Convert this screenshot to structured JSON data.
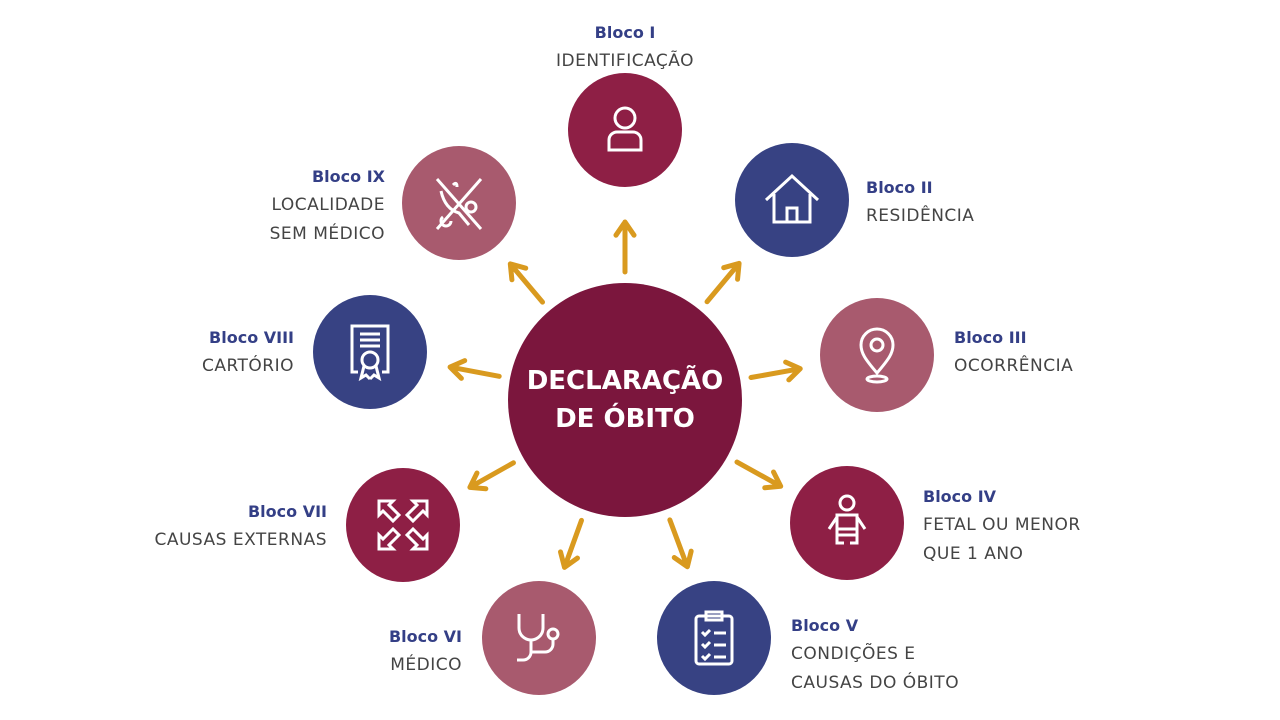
{
  "center": {
    "line1": "DECLARAÇÃO",
    "line2": "DE ÓBITO"
  },
  "colors": {
    "center": "#7b163d",
    "crimson": "#8e1f45",
    "blue": "#374283",
    "rose": "#a85a6e",
    "arrow": "#d99a1f",
    "block_label": "#343f86",
    "text": "#444444"
  },
  "blocks": [
    {
      "id": "I",
      "title": "Bloco I",
      "lines": [
        "IDENTIFICAÇÃO"
      ],
      "icon": "person-icon",
      "color": "crimson"
    },
    {
      "id": "II",
      "title": "Bloco II",
      "lines": [
        "RESIDÊNCIA"
      ],
      "icon": "house-icon",
      "color": "blue"
    },
    {
      "id": "III",
      "title": "Bloco III",
      "lines": [
        "OCORRÊNCIA"
      ],
      "icon": "map-pin-icon",
      "color": "rose"
    },
    {
      "id": "IV",
      "title": "Bloco IV",
      "lines": [
        "FETAL OU MENOR",
        "QUE 1 ANO"
      ],
      "icon": "baby-icon",
      "color": "crimson"
    },
    {
      "id": "V",
      "title": "Bloco V",
      "lines": [
        "CONDIÇÕES E",
        "CAUSAS DO ÓBITO"
      ],
      "icon": "clipboard-icon",
      "color": "blue"
    },
    {
      "id": "VI",
      "title": "Bloco VI",
      "lines": [
        "MÉDICO"
      ],
      "icon": "stethoscope-icon",
      "color": "rose"
    },
    {
      "id": "VII",
      "title": "Bloco VII",
      "lines": [
        "CAUSAS EXTERNAS"
      ],
      "icon": "expand-arrows-icon",
      "color": "crimson"
    },
    {
      "id": "VIII",
      "title": "Bloco VIII",
      "lines": [
        "CARTÓRIO"
      ],
      "icon": "certificate-icon",
      "color": "blue"
    },
    {
      "id": "IX",
      "title": "Bloco IX",
      "lines": [
        "LOCALIDADE",
        "SEM MÉDICO"
      ],
      "icon": "no-stethoscope-icon",
      "color": "rose"
    }
  ]
}
